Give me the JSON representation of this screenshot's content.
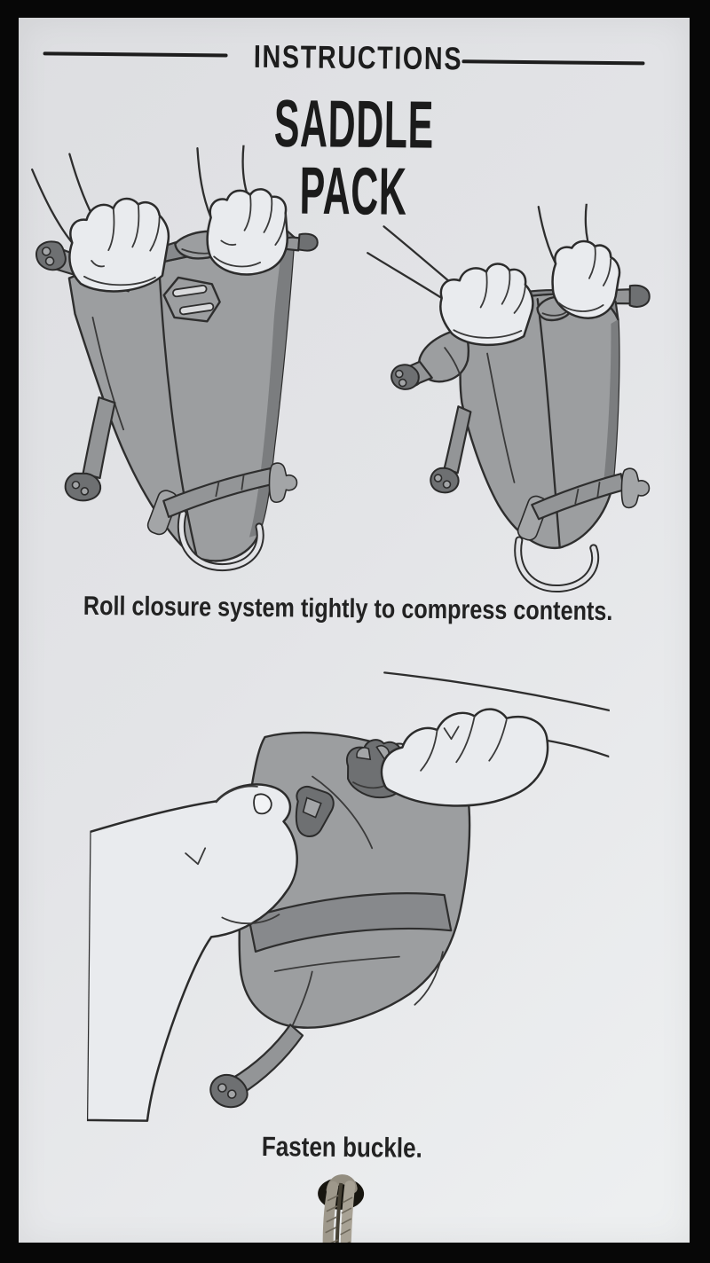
{
  "document": {
    "header": {
      "eyebrow": "INSTRUCTIONS",
      "title": "SADDLE PACK"
    },
    "steps": [
      {
        "caption": "Roll closure system tightly to compress contents.",
        "figures": [
          "Two hands gripping the roll-top closure of a saddle pack, starting to roll it",
          "Two hands rolling the saddle pack closure tighter"
        ]
      },
      {
        "caption": "Fasten buckle.",
        "figures": [
          "Two hands fastening the buckle on the rolled saddle pack"
        ]
      }
    ],
    "photo": {
      "cord": "Hang cord looped through punched hole at bottom of card"
    }
  },
  "colors": {
    "backdrop": "#070707",
    "paper": "#e3e4e7",
    "ink": "#1d1d1d",
    "pack_gray": "#9c9ea0",
    "pack_shadow": "#7b7d7f",
    "cord": "#9e988b"
  }
}
